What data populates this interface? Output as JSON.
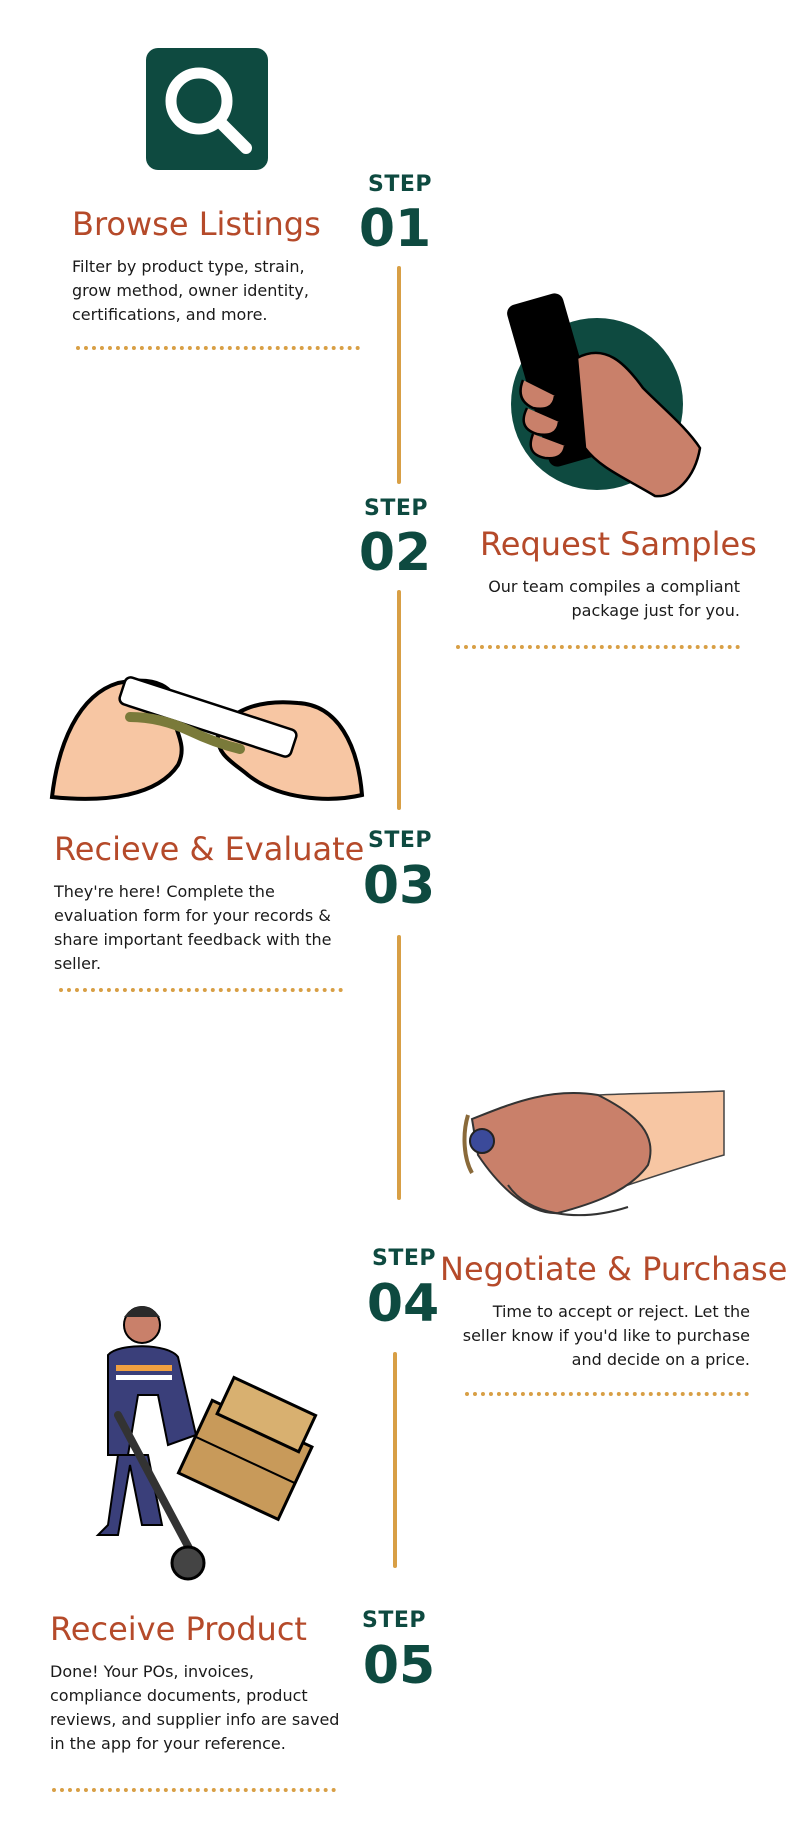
{
  "accent_color": "#d89f45",
  "title_color": "#b54a2a",
  "step_color": "#0e4a40",
  "steps": [
    {
      "label": "STEP",
      "number": "01",
      "title": "Browse Listings",
      "description": "Filter by product type, strain, grow method, owner identity, certifications, and more.",
      "illustration": "search-icon"
    },
    {
      "label": "STEP",
      "number": "02",
      "title": "Request Samples",
      "description": "Our team compiles a compliant package just for you.",
      "illustration": "hand-holding-phone"
    },
    {
      "label": "STEP",
      "number": "03",
      "title": "Recieve & Evaluate",
      "description": "They're here! Complete the evaluation form for your records & share important feedback with the seller.",
      "illustration": "hands-rolling-joint"
    },
    {
      "label": "STEP",
      "number": "04",
      "title": "Negotiate & Purchase",
      "description": "Time to accept or reject. Let the seller know if you'd like to purchase and decide on a price.",
      "illustration": "handshake"
    },
    {
      "label": "STEP",
      "number": "05",
      "title": "Receive Product",
      "description": "Done! Your POs, invoices, compliance documents, product reviews, and supplier info are saved in the app for your reference.",
      "illustration": "delivery-man-hand-truck"
    }
  ]
}
